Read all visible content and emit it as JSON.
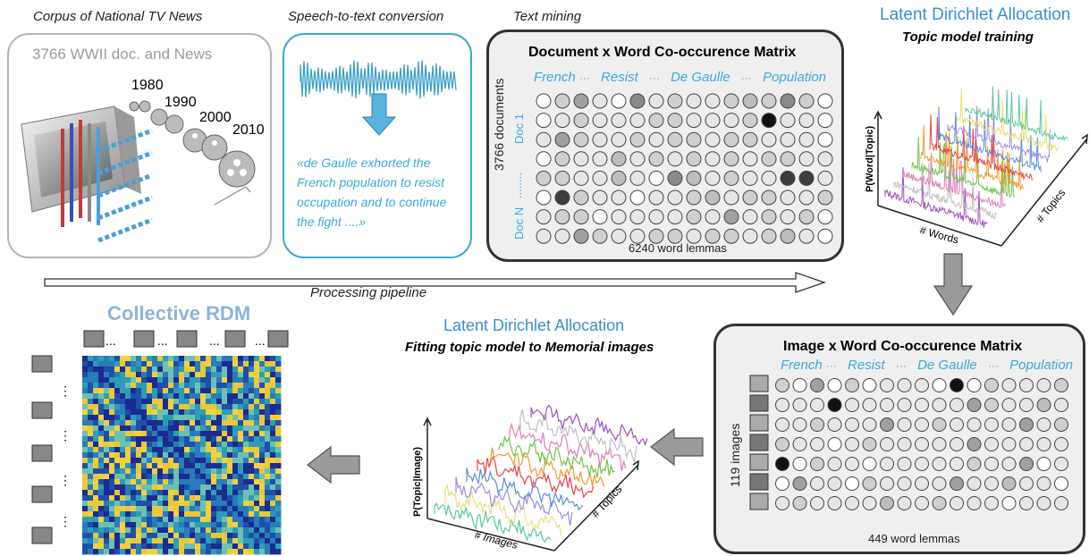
{
  "sections": {
    "corpus": "Corpus of National TV News",
    "speech": "Speech-to-text conversion",
    "textmining": "Text mining",
    "lda_title": "Latent Dirichlet Allocation",
    "lda_sub": "Topic model training",
    "pipeline": "Processing pipeline",
    "rdm_title": "Collective RDM",
    "lda2_title": "Latent Dirichlet Allocation",
    "lda2_sub": "Fitting topic model to Memorial images"
  },
  "corpus_box": {
    "label": "3766 WWII doc. and News",
    "years": [
      "1980",
      "1990",
      "2000",
      "2010"
    ]
  },
  "speech_box": {
    "quote": "«de Gaulle exhorted the French population to resist occupation and to continue the fight ....»"
  },
  "doc_matrix": {
    "title": "Document x Word Co-occurence Matrix",
    "words": [
      "French",
      "···",
      "Resist",
      "···",
      "De Gaulle",
      "···",
      "Population"
    ],
    "row_label": "3766 documents",
    "doc1": "Doc 1",
    "docN": "Doc N",
    "ellipsis": "........",
    "footer": "6240 word lemmas",
    "cells": [
      [
        0,
        2,
        4,
        1,
        0,
        5,
        1,
        2,
        1,
        1,
        2,
        3,
        2,
        5,
        2,
        0
      ],
      [
        0,
        1,
        2,
        1,
        1,
        1,
        2,
        2,
        1,
        1,
        1,
        2,
        8,
        1,
        1,
        0
      ],
      [
        1,
        4,
        2,
        1,
        1,
        2,
        1,
        2,
        2,
        1,
        2,
        2,
        1,
        1,
        1,
        0
      ],
      [
        0,
        2,
        1,
        1,
        3,
        1,
        2,
        1,
        2,
        1,
        2,
        1,
        2,
        2,
        1,
        1
      ],
      [
        2,
        2,
        1,
        1,
        3,
        1,
        0,
        5,
        3,
        1,
        2,
        1,
        1,
        7,
        7,
        1
      ],
      [
        0,
        7,
        2,
        1,
        1,
        0,
        1,
        1,
        2,
        3,
        1,
        2,
        2,
        1,
        1,
        2
      ],
      [
        1,
        2,
        2,
        0,
        1,
        1,
        1,
        1,
        2,
        1,
        4,
        1,
        2,
        1,
        2,
        0
      ],
      [
        1,
        1,
        4,
        2,
        1,
        1,
        2,
        2,
        1,
        2,
        2,
        1,
        2,
        3,
        1,
        0
      ]
    ]
  },
  "image_matrix": {
    "title": "Image x Word Co-occurence Matrix",
    "words": [
      "French",
      "···",
      "Resist",
      "···",
      "De Gaulle",
      "···",
      "Population"
    ],
    "row_label": "119 images",
    "footer": "449 word lemmas",
    "cells": [
      [
        2,
        0,
        4,
        0,
        2,
        0,
        1,
        1,
        1,
        0,
        8,
        0,
        2,
        1,
        1,
        1,
        2
      ],
      [
        1,
        1,
        1,
        8,
        1,
        1,
        1,
        1,
        1,
        1,
        1,
        4,
        2,
        1,
        1,
        3,
        1
      ],
      [
        1,
        1,
        2,
        1,
        1,
        1,
        4,
        1,
        1,
        2,
        1,
        1,
        1,
        1,
        4,
        1,
        2
      ],
      [
        2,
        1,
        1,
        0,
        1,
        2,
        1,
        1,
        1,
        1,
        1,
        4,
        1,
        1,
        1,
        1,
        1
      ],
      [
        8,
        0,
        2,
        1,
        1,
        0,
        1,
        1,
        1,
        1,
        1,
        2,
        1,
        1,
        4,
        0,
        1
      ],
      [
        0,
        4,
        1,
        1,
        0,
        2,
        1,
        1,
        1,
        1,
        4,
        1,
        1,
        3,
        1,
        1,
        0
      ],
      [
        1,
        2,
        1,
        1,
        1,
        1,
        3,
        1,
        1,
        2,
        1,
        1,
        1,
        0,
        1,
        1,
        1
      ]
    ]
  },
  "lda_train": {
    "ylabel": "P(Word|Topic)",
    "xlabel": "# Words",
    "zlabel": "# Topics"
  },
  "lda_fit": {
    "ylabel": "P(Topic|Image)",
    "xlabel": "# Images",
    "zlabel": "# Topics"
  },
  "rdm": {
    "top_dots": [
      "...",
      "...",
      "...",
      "...",
      "..."
    ],
    "side_dots": [
      "⋮",
      "⋮",
      "⋮",
      "⋮"
    ]
  },
  "colors": {
    "accent": "#3a8fd0",
    "quote": "#3aa9d8",
    "gray_border": "#aaaaaa",
    "dark_border": "#333333",
    "arrow_gray": "#9a9a9a",
    "series": [
      "#9c4fc0",
      "#c0c0c0",
      "#e07fb8",
      "#70c24a",
      "#f29a32",
      "#e64646",
      "#5a8ee0",
      "#9d8fd8",
      "#e8e07a",
      "#5cc7a0"
    ]
  }
}
